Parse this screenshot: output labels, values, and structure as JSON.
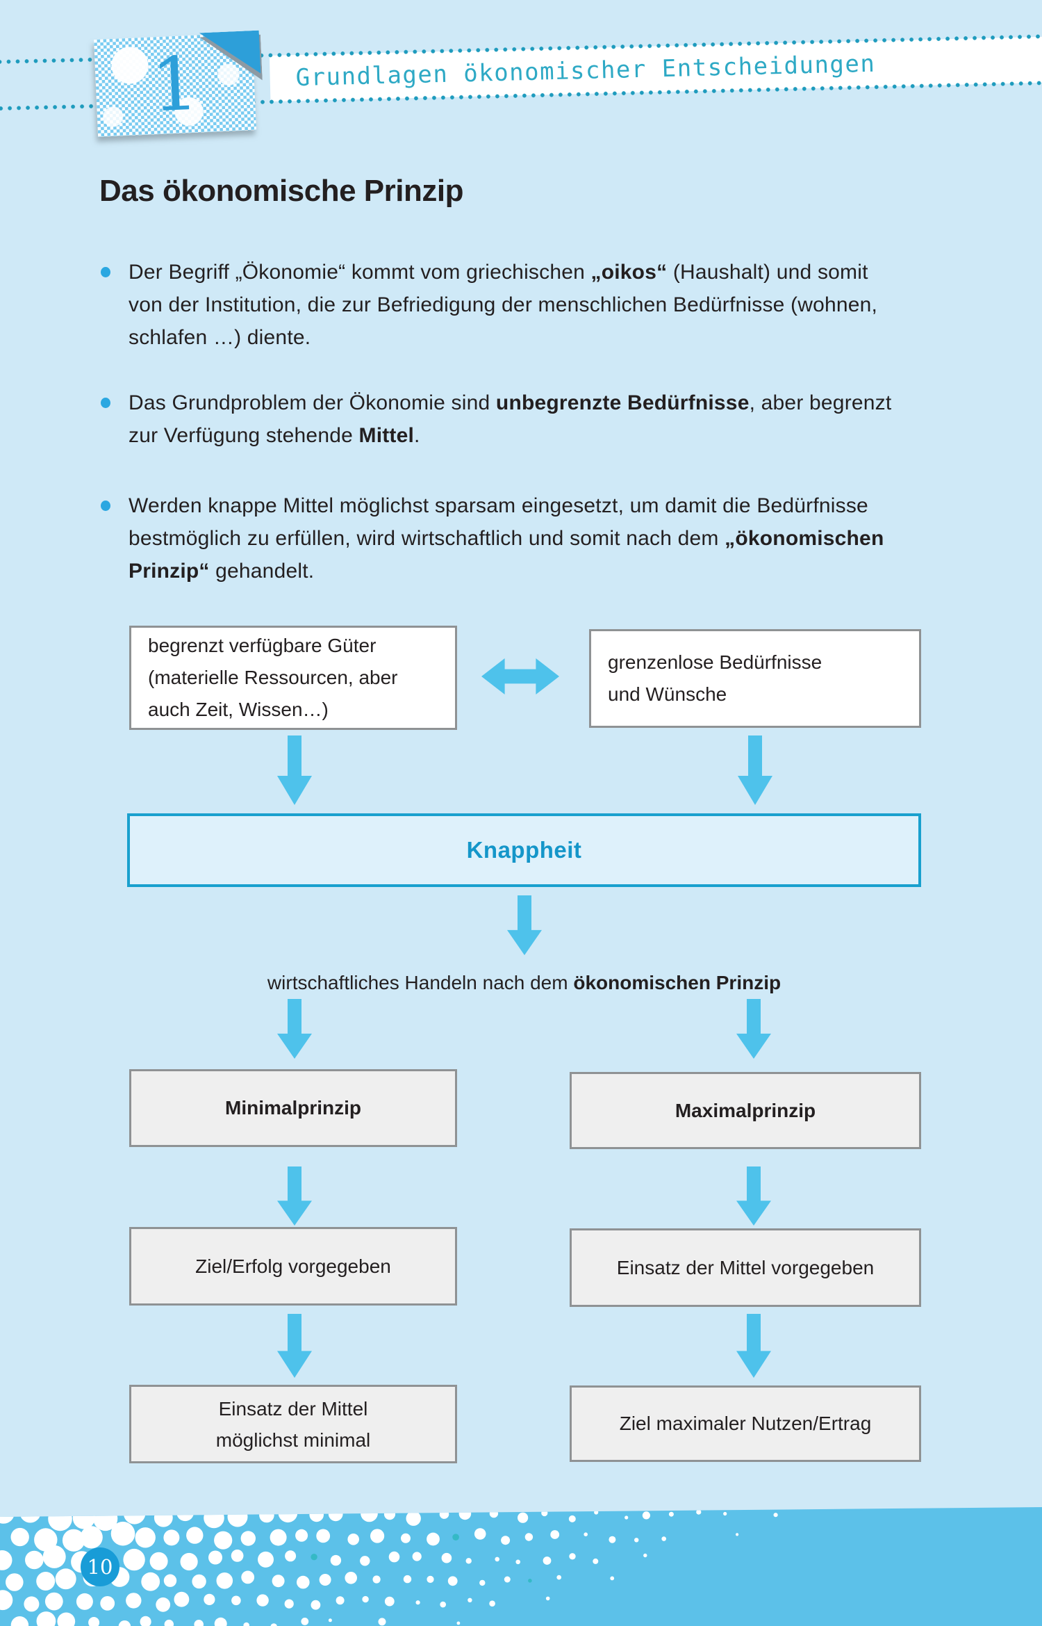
{
  "header": {
    "chapter_number": "1",
    "chapter_title": "Grundlagen ökonomischer Entscheidungen"
  },
  "page": {
    "title": "Das ökonomische Prinzip",
    "bullets": [
      [
        {
          "t": "Der Begriff „Ökonomie“ kommt vom griechischen "
        },
        {
          "t": "„oikos“",
          "b": true
        },
        {
          "t": " (Haushalt) und somit von der Institution, die zur Befriedigung der menschlichen Bedürfnisse (wohnen, schlafen …) diente."
        }
      ],
      [
        {
          "t": "Das Grundproblem der Ökonomie sind "
        },
        {
          "t": "unbegrenzte Bedürfnisse",
          "b": true
        },
        {
          "t": ", aber begrenzt zur Verfügung stehende "
        },
        {
          "t": "Mittel",
          "b": true
        },
        {
          "t": "."
        }
      ],
      [
        {
          "t": "Werden knappe Mittel möglichst sparsam eingesetzt, um damit die Bedürfnisse bestmöglich zu erfüllen, wird wirtschaftlich und somit nach dem "
        },
        {
          "t": "„ökonomischen Prinzip“",
          "b": true
        },
        {
          "t": " gehandelt."
        }
      ]
    ]
  },
  "diagram": {
    "box_limited_goods": "begrenzt verfügbare Güter (materielle Ressourcen, aber auch Zeit, Wissen…)",
    "box_unlimited_needs": "grenzenlose Bedürfnisse und Wünsche",
    "box_scarcity": "Knappheit",
    "handeln_line": [
      {
        "t": "wirtschaftliches Handeln nach dem "
      },
      {
        "t": "ökonomischen Prinzip",
        "b": true
      }
    ],
    "box_minimal": "Minimalprinzip",
    "box_maximal": "Maximalprinzip",
    "box_minimal_given": "Ziel/Erfolg vorgegeben",
    "box_maximal_given": "Einsatz der Mittel vorgegeben",
    "box_minimal_result": "Einsatz der Mittel möglichst minimal",
    "box_maximal_result": "Ziel maximaler Nutzen/Ertrag"
  },
  "footer": {
    "page_number": "10"
  },
  "colors": {
    "page_bg": "#cfe9f7",
    "text": "#231f20",
    "accent_cyan": "#4ec2eb",
    "dot_teal": "#1e9bbd",
    "title_teal": "#2ea9c5",
    "badge_blue": "#2d9fd9",
    "box_border": "#8f9294",
    "box_gray": "#efefef",
    "knapp_border": "#19a0ce",
    "knapp_bg": "#def1fb",
    "knapp_text": "#1496c9",
    "footer_band": "#5cc1e9",
    "page_circle": "#189cd7"
  }
}
